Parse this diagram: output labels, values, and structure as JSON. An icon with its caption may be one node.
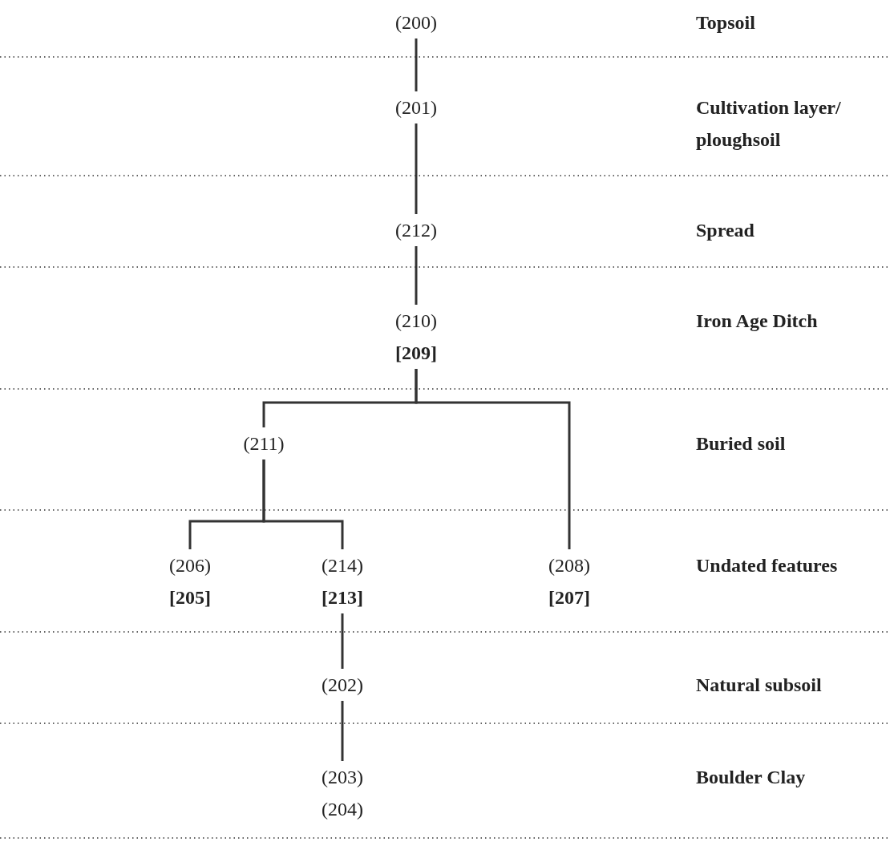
{
  "diagram": {
    "nodes": [
      {
        "text": [
          "(200)"
        ]
      },
      {
        "text": [
          "(201)"
        ]
      },
      {
        "text": [
          "(212)"
        ]
      },
      {
        "text": [
          "(210)",
          "**[209]**"
        ]
      },
      {
        "text": [
          "(211)"
        ]
      },
      {
        "text": [
          "(206)",
          "**[205]**"
        ]
      },
      {
        "text": [
          "(214)",
          "**[213]**"
        ]
      },
      {
        "text": [
          "(208)",
          "**[207]**"
        ]
      },
      {
        "text": [
          "(202)"
        ]
      },
      {
        "text": [
          "(203)",
          "(204)"
        ]
      }
    ],
    "edges": [
      {
        "from": 0,
        "to": 1,
        "arrow": "none"
      },
      {
        "from": 1,
        "to": 2,
        "arrow": "none"
      },
      {
        "from": 2,
        "to": 3,
        "arrow": "none"
      },
      {
        "from": 3,
        "to": 4,
        "arrow": "none"
      },
      {
        "from": 3,
        "to": 7,
        "arrow": "none"
      },
      {
        "from": 4,
        "to": 5,
        "arrow": "none"
      },
      {
        "from": 4,
        "to": 6,
        "arrow": "none"
      },
      {
        "from": 6,
        "to": 8,
        "arrow": "none"
      },
      {
        "from": 8,
        "to": 9,
        "arrow": "none"
      }
    ],
    "labels": [
      "Topsoil",
      "Cultivation layer/ ploughsoil",
      "Spread",
      "Iron Age Ditch",
      "Buried soil",
      "Undated features",
      "Natural subsoil",
      "Boulder Clay"
    ]
  }
}
